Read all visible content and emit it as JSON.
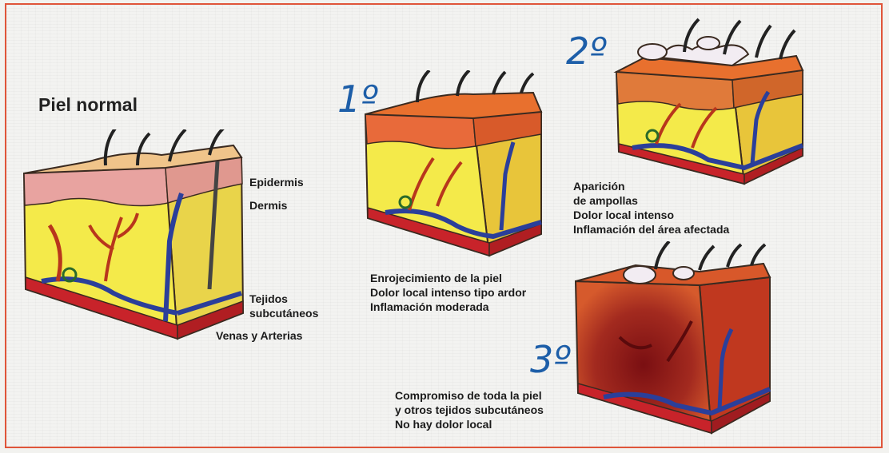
{
  "title": "Piel normal",
  "labels": {
    "epidermis": "Epidermis",
    "dermis": "Dermis",
    "subcutaneous": "Tejidos\nsubcutáneos",
    "vessels": "Venas y Arterias"
  },
  "degrees": [
    {
      "mark": "1º",
      "description": "Enrojecimiento de la piel\nDolor local intenso tipo ardor\nInflamación moderada"
    },
    {
      "mark": "2º",
      "description": "Aparición\nde ampollas\nDolor local intenso\nInflamación del área afectada"
    },
    {
      "mark": "3º",
      "description": "Compromiso de toda la piel\ny otros tejidos subcutáneos\nNo hay dolor local"
    }
  ],
  "colors": {
    "border": "#e0553a",
    "degree_text": "#1d5ea8",
    "normal_top": "#f0c48a",
    "burn_top": "#e8702e",
    "fat": "#f4ea4a",
    "subcutaneous": "#c8232a",
    "vein": "#2b3f9a",
    "artery": "#b8361c"
  }
}
